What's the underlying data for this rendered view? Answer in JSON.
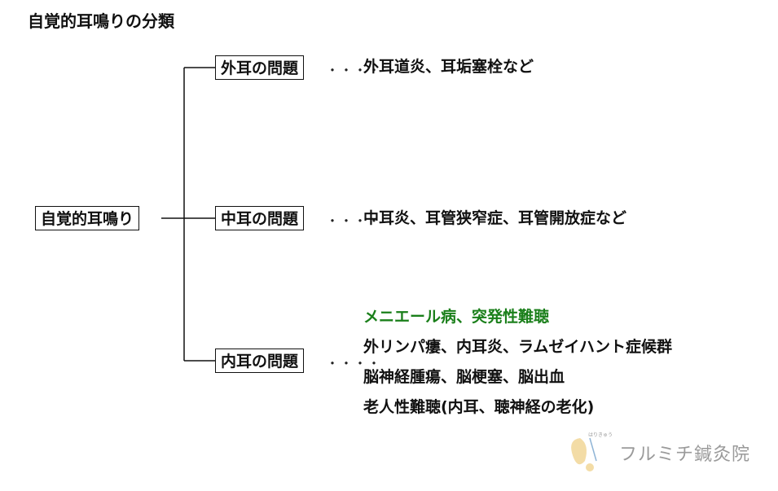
{
  "title": "自覚的耳鳴りの分類",
  "root": {
    "label": "自覚的耳鳴り"
  },
  "branches": [
    {
      "label": "外耳の問題",
      "dots": "・・・・",
      "lines": [
        "外耳道炎、耳垢塞栓など"
      ]
    },
    {
      "label": "中耳の問題",
      "dots": "・・・・",
      "lines": [
        "中耳炎、耳管狭窄症、耳管開放症など"
      ]
    },
    {
      "label": "内耳の問題",
      "dots": "・・・・",
      "lines": [
        "メニエール病、突発性難聴",
        "外リンパ瘻、内耳炎、ラムゼイハント症候群",
        "脳神経腫瘍、脳梗塞、脳出血",
        "老人性難聴(内耳、聴神経の老化)"
      ]
    }
  ],
  "highlight_color": "#1a7f1a",
  "logo": {
    "name": "フルミチ鍼灸院",
    "mark_text": "はりきゅう"
  }
}
